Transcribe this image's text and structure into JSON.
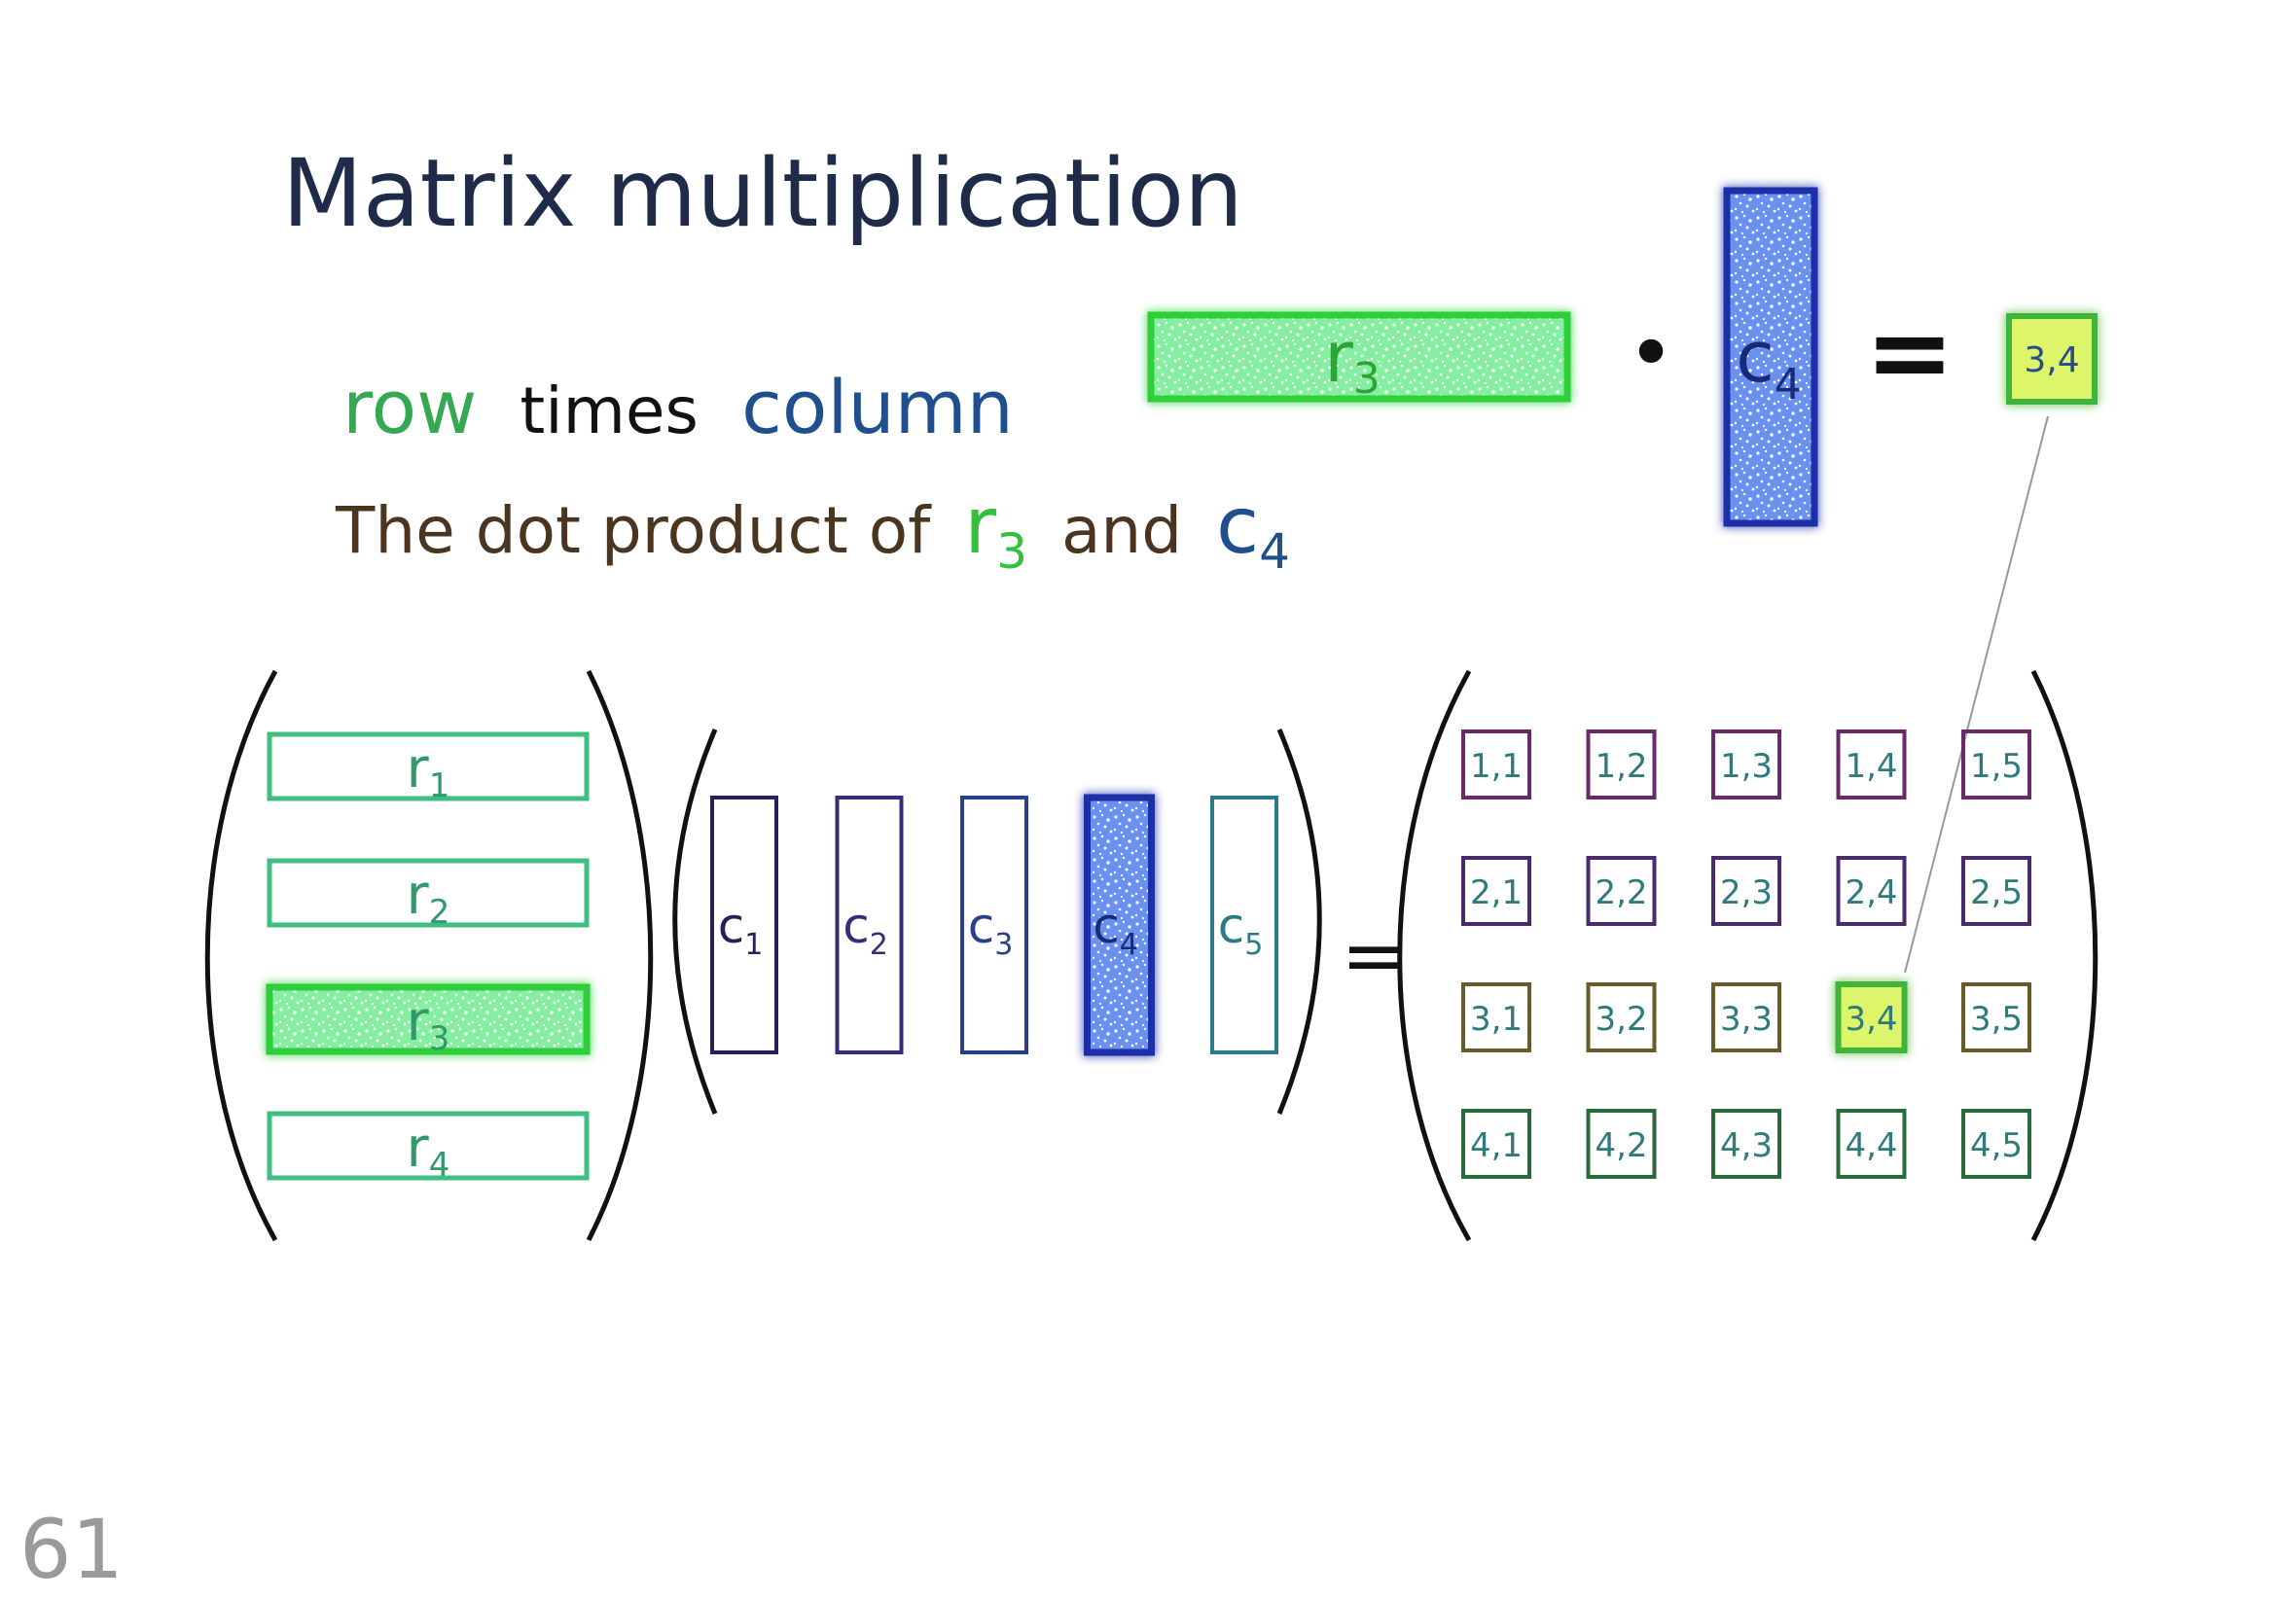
{
  "title": "Matrix multiplication",
  "subtitle": {
    "row_word": "row",
    "times_word": "times",
    "column_word": "column"
  },
  "caption": {
    "prefix": "The dot product of",
    "row_main": "r",
    "row_sub": "3",
    "and_word": "and",
    "col_main": "c",
    "col_sub": "4"
  },
  "equation": {
    "row_main": "r",
    "row_sub": "3",
    "dot_symbol": "•",
    "col_main": "c",
    "col_sub": "4",
    "equals_symbol": "=",
    "result_cell": "3,4"
  },
  "rows": [
    {
      "main": "r",
      "sub": "1",
      "highlight": false
    },
    {
      "main": "r",
      "sub": "2",
      "highlight": false
    },
    {
      "main": "r",
      "sub": "3",
      "highlight": true
    },
    {
      "main": "r",
      "sub": "4",
      "highlight": false
    }
  ],
  "columns": [
    {
      "main": "c",
      "sub": "1",
      "highlight": false
    },
    {
      "main": "c",
      "sub": "2",
      "highlight": false
    },
    {
      "main": "c",
      "sub": "3",
      "highlight": false
    },
    {
      "main": "c",
      "sub": "4",
      "highlight": true
    },
    {
      "main": "c",
      "sub": "5",
      "highlight": false
    }
  ],
  "matrix_equals": "=",
  "result_cells": [
    [
      "1,1",
      "1,2",
      "1,3",
      "1,4",
      "1,5"
    ],
    [
      "2,1",
      "2,2",
      "2,3",
      "2,4",
      "2,5"
    ],
    [
      "3,1",
      "3,2",
      "3,3",
      "3,4",
      "3,5"
    ],
    [
      "4,1",
      "4,2",
      "4,3",
      "4,4",
      "4,5"
    ]
  ],
  "highlight_cell": "3,4",
  "page_number": "61",
  "colors": {
    "title": "#1e2c4a",
    "row_green": "#34a853",
    "column_blue": "#1f4f8f",
    "caption_brown": "#4a3520",
    "row_fill": "#8ff0a6",
    "row_border": "#2fcf3a",
    "column_fill": "#6c93f2",
    "column_border": "#1f2fa8",
    "result_fill": "#dcf56a",
    "result_border": "#3fb53a",
    "page_number": "#9a9a9a"
  }
}
